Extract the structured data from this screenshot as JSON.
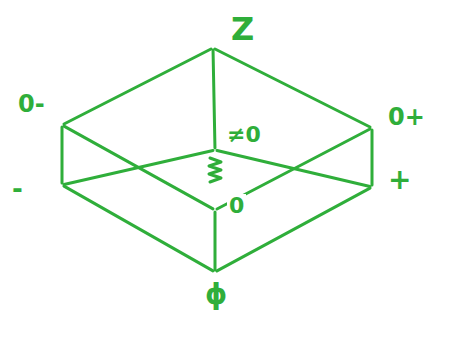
{
  "diagram": {
    "nodes": [
      {
        "text": [
          "Z"
        ]
      },
      {
        "text": [
          "0-"
        ]
      },
      {
        "text": [
          "≠0"
        ]
      },
      {
        "text": [
          "0+"
        ]
      },
      {
        "text": [
          "-"
        ]
      },
      {
        "text": [
          "0"
        ]
      },
      {
        "text": [
          "+"
        ]
      },
      {
        "text": [
          "ϕ"
        ]
      }
    ],
    "edges": [
      {
        "from": 0,
        "to": 1,
        "arrow": "none"
      },
      {
        "from": 0,
        "to": 2,
        "arrow": "none"
      },
      {
        "from": 0,
        "to": 3,
        "arrow": "none"
      },
      {
        "from": 1,
        "to": 4,
        "arrow": "none"
      },
      {
        "from": 1,
        "to": 5,
        "arrow": "none"
      },
      {
        "from": 2,
        "to": 4,
        "arrow": "none"
      },
      {
        "from": 2,
        "to": 6,
        "arrow": "none"
      },
      {
        "from": 3,
        "to": 5,
        "arrow": "none"
      },
      {
        "from": 3,
        "to": 6,
        "arrow": "none"
      },
      {
        "from": 4,
        "to": 7,
        "arrow": "none"
      },
      {
        "from": 5,
        "to": 7,
        "arrow": "none"
      },
      {
        "from": 6,
        "to": 7,
        "arrow": "none"
      }
    ]
  }
}
